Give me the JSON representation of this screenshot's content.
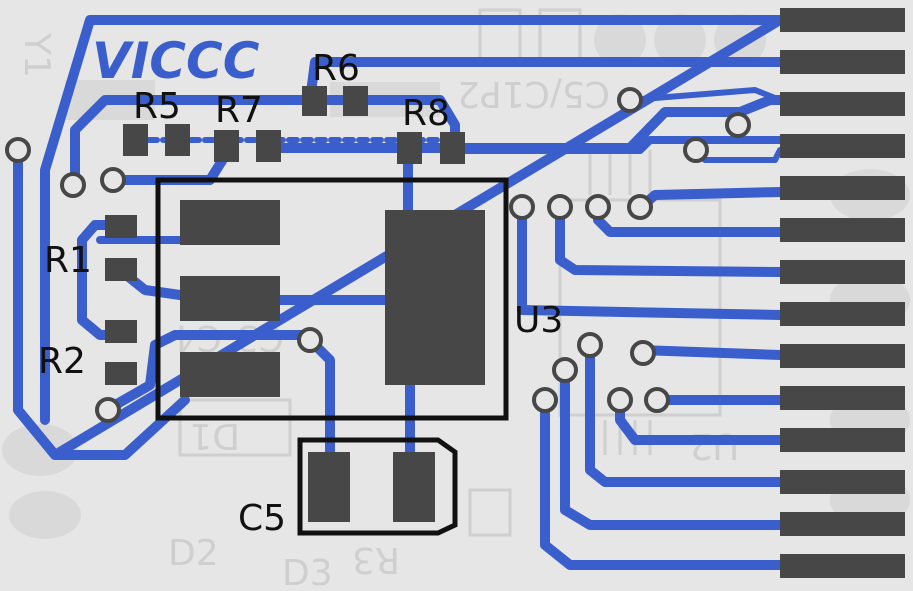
{
  "board": {
    "colors": {
      "background": "#e6e6e6",
      "trace": "#3a5fcd",
      "pad": "#474747",
      "silk": "#111111",
      "ghost_silk": "#cfcfcf"
    },
    "labels": {
      "r1": "R1",
      "r2": "R2",
      "r5": "R5",
      "r6": "R6",
      "r7": "R7",
      "r8": "R8",
      "u3": "U3",
      "c5": "C5"
    },
    "logo_text": "VICCC",
    "ghost_labels": {
      "d1": "D1",
      "d2": "D2",
      "d3": "D3",
      "r3": "R3",
      "u2": "U2",
      "c4": "C4",
      "c3": "C3",
      "mirrored": "C5/C1P2",
      "y1": "Y1"
    }
  }
}
